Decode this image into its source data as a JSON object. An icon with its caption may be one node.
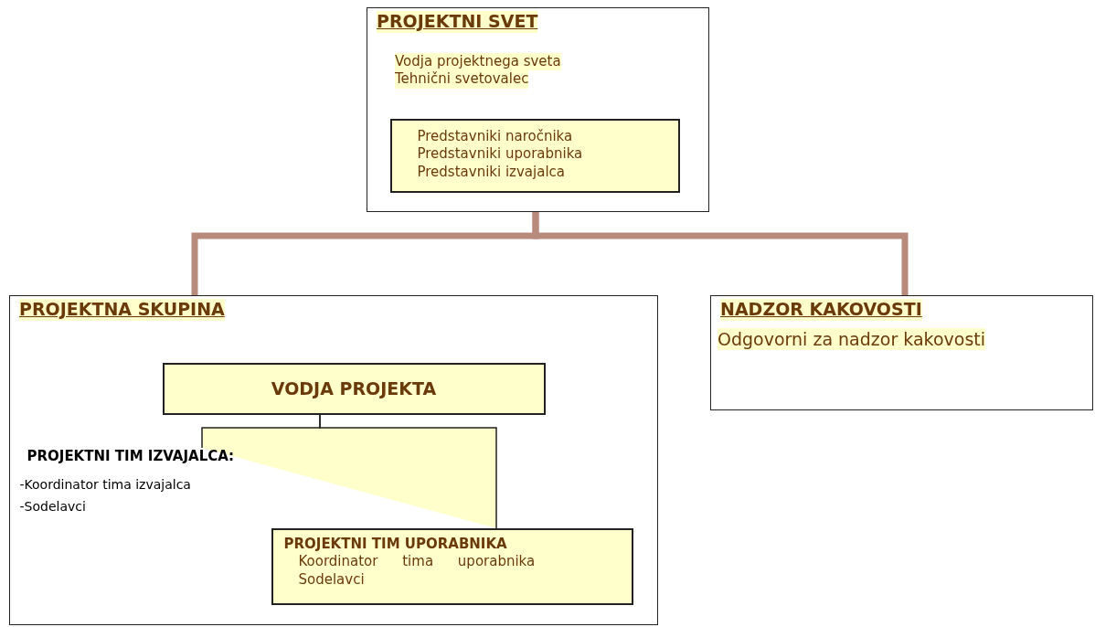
{
  "diagram": {
    "nodes": [
      {
        "text": [
          "PROJEKTNI SVET",
          "Vodja projektnega sveta",
          "Tehnični svetovalec"
        ]
      },
      {
        "text": [
          "Predstavniki naročnika",
          "Predstavniki uporabnika",
          "Predstavniki izvajalca"
        ],
        "in": 0
      },
      {
        "text": [
          "PROJEKTNA SKUPINA"
        ]
      },
      {
        "text": [
          "VODJA PROJEKTA"
        ],
        "in": 2
      },
      {
        "text": [
          "PROJEKTNI TIM IZVAJALCA:",
          "-Koordinator tima izvajalca",
          "-Sodelavci"
        ],
        "in": 2
      },
      {
        "text": [
          "PROJEKTNI TIM UPORABNIKA",
          "Koordinator tima uporabnika",
          "Sodelavci"
        ],
        "in": 2
      },
      {
        "text": [
          "NADZOR KAKOVOSTI",
          "Odgovorni za nadzor kakovosti"
        ]
      }
    ],
    "edges": [
      {
        "from": 0,
        "to": 2,
        "arrow": "none",
        "style": "thick",
        "color": "#b88a7c"
      },
      {
        "from": 0,
        "to": 6,
        "arrow": "none",
        "style": "thick",
        "color": "#b88a7c"
      },
      {
        "from": 3,
        "to": 4,
        "arrow": "none",
        "color": "#222222"
      },
      {
        "from": 3,
        "to": 5,
        "arrow": "none",
        "color": "#222222"
      }
    ]
  }
}
